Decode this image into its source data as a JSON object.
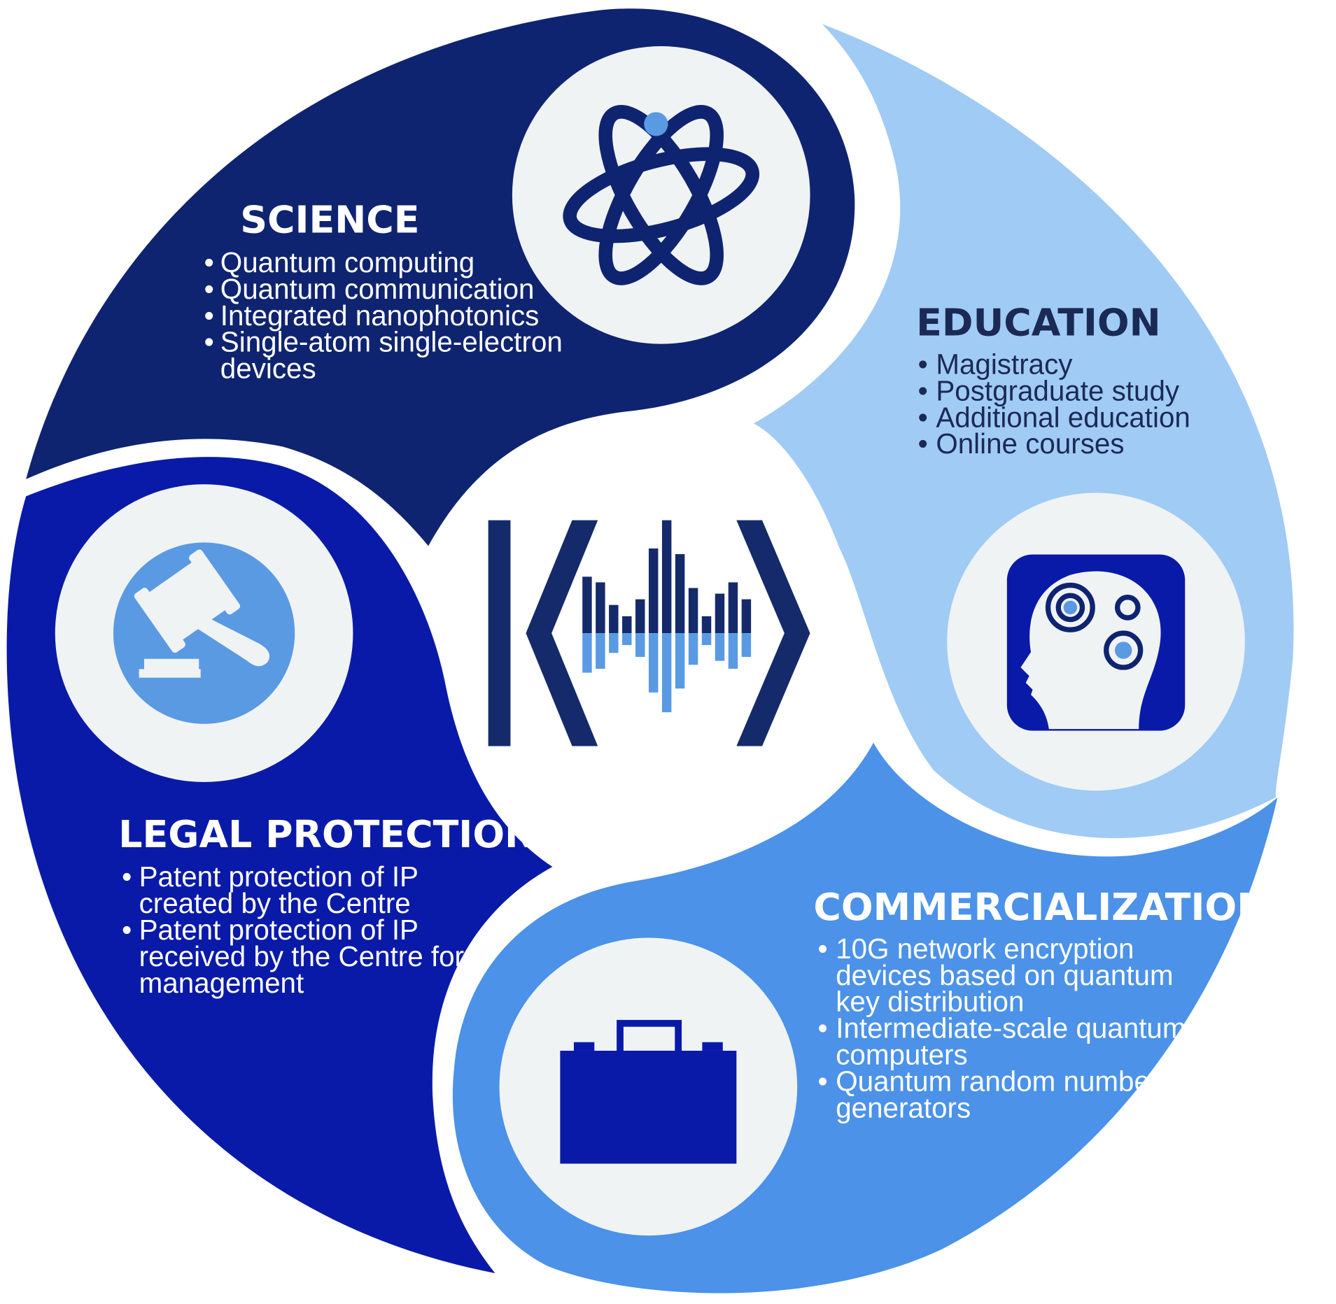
{
  "colors": {
    "science": "#0f2470",
    "education": "#a0cbf5",
    "commercialization": "#4b92e8",
    "legal": "#0a1aa8",
    "circle": "#f0f3f4",
    "center_dark": "#152a6a",
    "center_light": "#5a9ae3",
    "white": "#ffffff",
    "education_text": "#1b2a55"
  },
  "sections": {
    "science": {
      "title": "SCIENCE",
      "icon": "atom-icon",
      "items": [
        "Quantum computing",
        "Quantum communication",
        "Integrated nanophotonics",
        "Single-atom single-electron",
        "devices"
      ]
    },
    "education": {
      "title": "EDUCATION",
      "icon": "head-gears-icon",
      "items": [
        "Magistracy",
        "Postgraduate study",
        "Additional education",
        "Online courses"
      ]
    },
    "commercialization": {
      "title": "COMMERCIALIZATION",
      "icon": "briefcase-icon",
      "items": [
        "10G network encryption",
        "devices based on quantum",
        "key distribution",
        "Intermediate-scale quantum",
        "computers",
        "Quantum random number",
        "generators"
      ]
    },
    "legal": {
      "title": "LEGAL PROTECTION",
      "icon": "gavel-icon",
      "items": [
        "Patent protection of IP",
        "created by the Centre",
        "Patent protection of IP",
        "received by the Centre for",
        "management"
      ]
    }
  },
  "center": {
    "icon": "quantum-ket-logo",
    "bars": [
      0.5,
      0.45,
      0.25,
      0.15,
      0.3,
      0.75,
      1.0,
      0.7,
      0.4,
      0.15,
      0.35,
      0.45,
      0.3
    ]
  }
}
